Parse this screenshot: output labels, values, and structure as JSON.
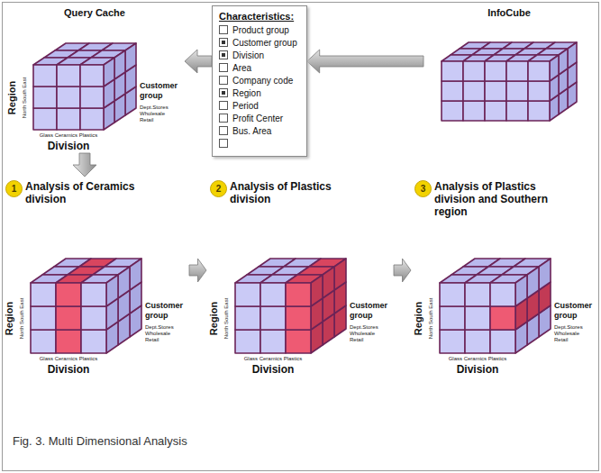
{
  "diagram": {
    "caption": "Fig. 3. Multi Dimensional Analysis",
    "nodes": [
      {
        "text": [
          "Query Cache",
          "Region",
          "North South East",
          "Division",
          "Glass Ceramics Plastics",
          "Customer group",
          "Dept.Stores Wholesale Retail"
        ]
      },
      {
        "text": [
          "Characteristics:",
          "Product group",
          "Customer group",
          "Division",
          "Area",
          "Company code",
          "Region",
          "Period",
          "Profit Center",
          "Bus. Area"
        ]
      },
      {
        "text": [
          "InfoCube"
        ]
      },
      {
        "text": [
          "1",
          "Analysis of Ceramics division",
          "Region",
          "North South East",
          "Division",
          "Glass Ceramics Plastics",
          "Customer group",
          "Dept.Stores Wholesale Retail"
        ]
      },
      {
        "text": [
          "2",
          "Analysis of Plastics division",
          "Region",
          "North South East",
          "Division",
          "Glass Ceramics Plastics",
          "Customer group",
          "Dept.Stores Wholesale Retail"
        ]
      },
      {
        "text": [
          "3",
          "Analysis of Plastics division and Southern region",
          "Region",
          "North South East",
          "Division",
          "Glass Ceramics Plastics",
          "Customer group",
          "Dept.Stores Wholesale Retail"
        ]
      }
    ],
    "edges": [
      {
        "from": 2,
        "to": 1,
        "arrow": "to"
      },
      {
        "from": 1,
        "to": 0,
        "arrow": "to"
      },
      {
        "from": 0,
        "to": 3,
        "arrow": "to"
      },
      {
        "from": 3,
        "to": 4,
        "arrow": "to"
      },
      {
        "from": 4,
        "to": 5,
        "arrow": "to"
      }
    ]
  }
}
